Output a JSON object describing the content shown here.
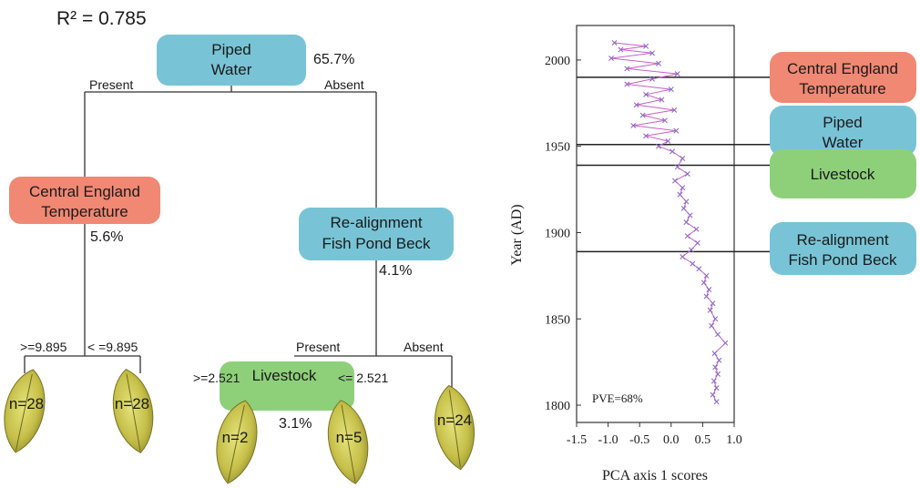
{
  "tree": {
    "r2_label": "R² =  0.785",
    "root": {
      "label_lines": [
        "Piped",
        "Water"
      ],
      "pct": "65.7%",
      "left_branch": "Present",
      "right_branch": "Absent",
      "color": "#78c4d6"
    },
    "left_node": {
      "label_lines": [
        "Central England",
        "Temperature"
      ],
      "pct": "5.6%",
      "left_split": ">=9.895",
      "right_split": "< =9.895",
      "color": "#f08873"
    },
    "right_node": {
      "label_lines": [
        "Re-alignment",
        "Fish Pond Beck"
      ],
      "pct": "4.1%",
      "left_branch": "Present",
      "right_branch": "Absent",
      "color": "#78c4d6"
    },
    "livestock_node": {
      "label": "Livestock",
      "pct": "3.1%",
      "left_split": ">=2.521",
      "right_split": "<= 2.521",
      "color": "#8ed07a"
    },
    "leaves": [
      "n=28",
      "n=28",
      "n=2",
      "n=5",
      "n=24"
    ]
  },
  "chart_data": {
    "type": "line",
    "xlabel": "PCA axis 1 scores",
    "ylabel": "Year (AD)",
    "xlim": [
      -1.5,
      1.0
    ],
    "ylim": [
      1790,
      2020
    ],
    "xticks": [
      "-1.5",
      "-1.0",
      "-0.5",
      "0.0",
      "0.5",
      "1.0"
    ],
    "yticks": [
      "1800",
      "1850",
      "1900",
      "1950",
      "2000"
    ],
    "annotation": "PVE=68%",
    "series_color": "#c85fc8",
    "marker_color": "#8c6cc8",
    "points": [
      {
        "x": 0.72,
        "y": 1802
      },
      {
        "x": 0.66,
        "y": 1806
      },
      {
        "x": 0.72,
        "y": 1810
      },
      {
        "x": 0.68,
        "y": 1814
      },
      {
        "x": 0.74,
        "y": 1818
      },
      {
        "x": 0.7,
        "y": 1822
      },
      {
        "x": 0.76,
        "y": 1826
      },
      {
        "x": 0.69,
        "y": 1830
      },
      {
        "x": 0.86,
        "y": 1836
      },
      {
        "x": 0.74,
        "y": 1841
      },
      {
        "x": 0.64,
        "y": 1846
      },
      {
        "x": 0.7,
        "y": 1850
      },
      {
        "x": 0.62,
        "y": 1855
      },
      {
        "x": 0.66,
        "y": 1859
      },
      {
        "x": 0.56,
        "y": 1863
      },
      {
        "x": 0.6,
        "y": 1867
      },
      {
        "x": 0.52,
        "y": 1871
      },
      {
        "x": 0.56,
        "y": 1875
      },
      {
        "x": 0.44,
        "y": 1879
      },
      {
        "x": 0.34,
        "y": 1882
      },
      {
        "x": 0.18,
        "y": 1886
      },
      {
        "x": 0.32,
        "y": 1890
      },
      {
        "x": 0.42,
        "y": 1894
      },
      {
        "x": 0.26,
        "y": 1898
      },
      {
        "x": 0.4,
        "y": 1902
      },
      {
        "x": 0.24,
        "y": 1906
      },
      {
        "x": 0.3,
        "y": 1910
      },
      {
        "x": 0.2,
        "y": 1914
      },
      {
        "x": 0.24,
        "y": 1918
      },
      {
        "x": 0.14,
        "y": 1922
      },
      {
        "x": 0.18,
        "y": 1926
      },
      {
        "x": 0.06,
        "y": 1930
      },
      {
        "x": 0.26,
        "y": 1934
      },
      {
        "x": 0.1,
        "y": 1938
      },
      {
        "x": 0.18,
        "y": 1943
      },
      {
        "x": 0.02,
        "y": 1947
      },
      {
        "x": -0.2,
        "y": 1950
      },
      {
        "x": -0.05,
        "y": 1953
      },
      {
        "x": -0.4,
        "y": 1956
      },
      {
        "x": 0.08,
        "y": 1959
      },
      {
        "x": -0.6,
        "y": 1962
      },
      {
        "x": -0.1,
        "y": 1965
      },
      {
        "x": -0.45,
        "y": 1968
      },
      {
        "x": 0.05,
        "y": 1971
      },
      {
        "x": -0.55,
        "y": 1974
      },
      {
        "x": -0.15,
        "y": 1977
      },
      {
        "x": -0.4,
        "y": 1980
      },
      {
        "x": 0.0,
        "y": 1983
      },
      {
        "x": -0.7,
        "y": 1986
      },
      {
        "x": -0.3,
        "y": 1989
      },
      {
        "x": 0.1,
        "y": 1992
      },
      {
        "x": -0.7,
        "y": 1995
      },
      {
        "x": -0.2,
        "y": 1998
      },
      {
        "x": -0.95,
        "y": 2001
      },
      {
        "x": -0.3,
        "y": 2004
      },
      {
        "x": -0.8,
        "y": 2006
      },
      {
        "x": -0.4,
        "y": 2008
      },
      {
        "x": -0.9,
        "y": 2010
      }
    ],
    "horizontal_lines": [
      {
        "year": 1990,
        "label_lines": [
          "Central England",
          "Temperature"
        ],
        "color": "#f08873"
      },
      {
        "year": 1951,
        "label_lines": [
          "Piped",
          "Water"
        ],
        "color": "#78c4d6"
      },
      {
        "year": 1939,
        "label_lines": [
          "Livestock"
        ],
        "color": "#8ed07a"
      },
      {
        "year": 1889,
        "label_lines": [
          "Re-alignment",
          "Fish Pond Beck"
        ],
        "color": "#78c4d6"
      }
    ]
  }
}
